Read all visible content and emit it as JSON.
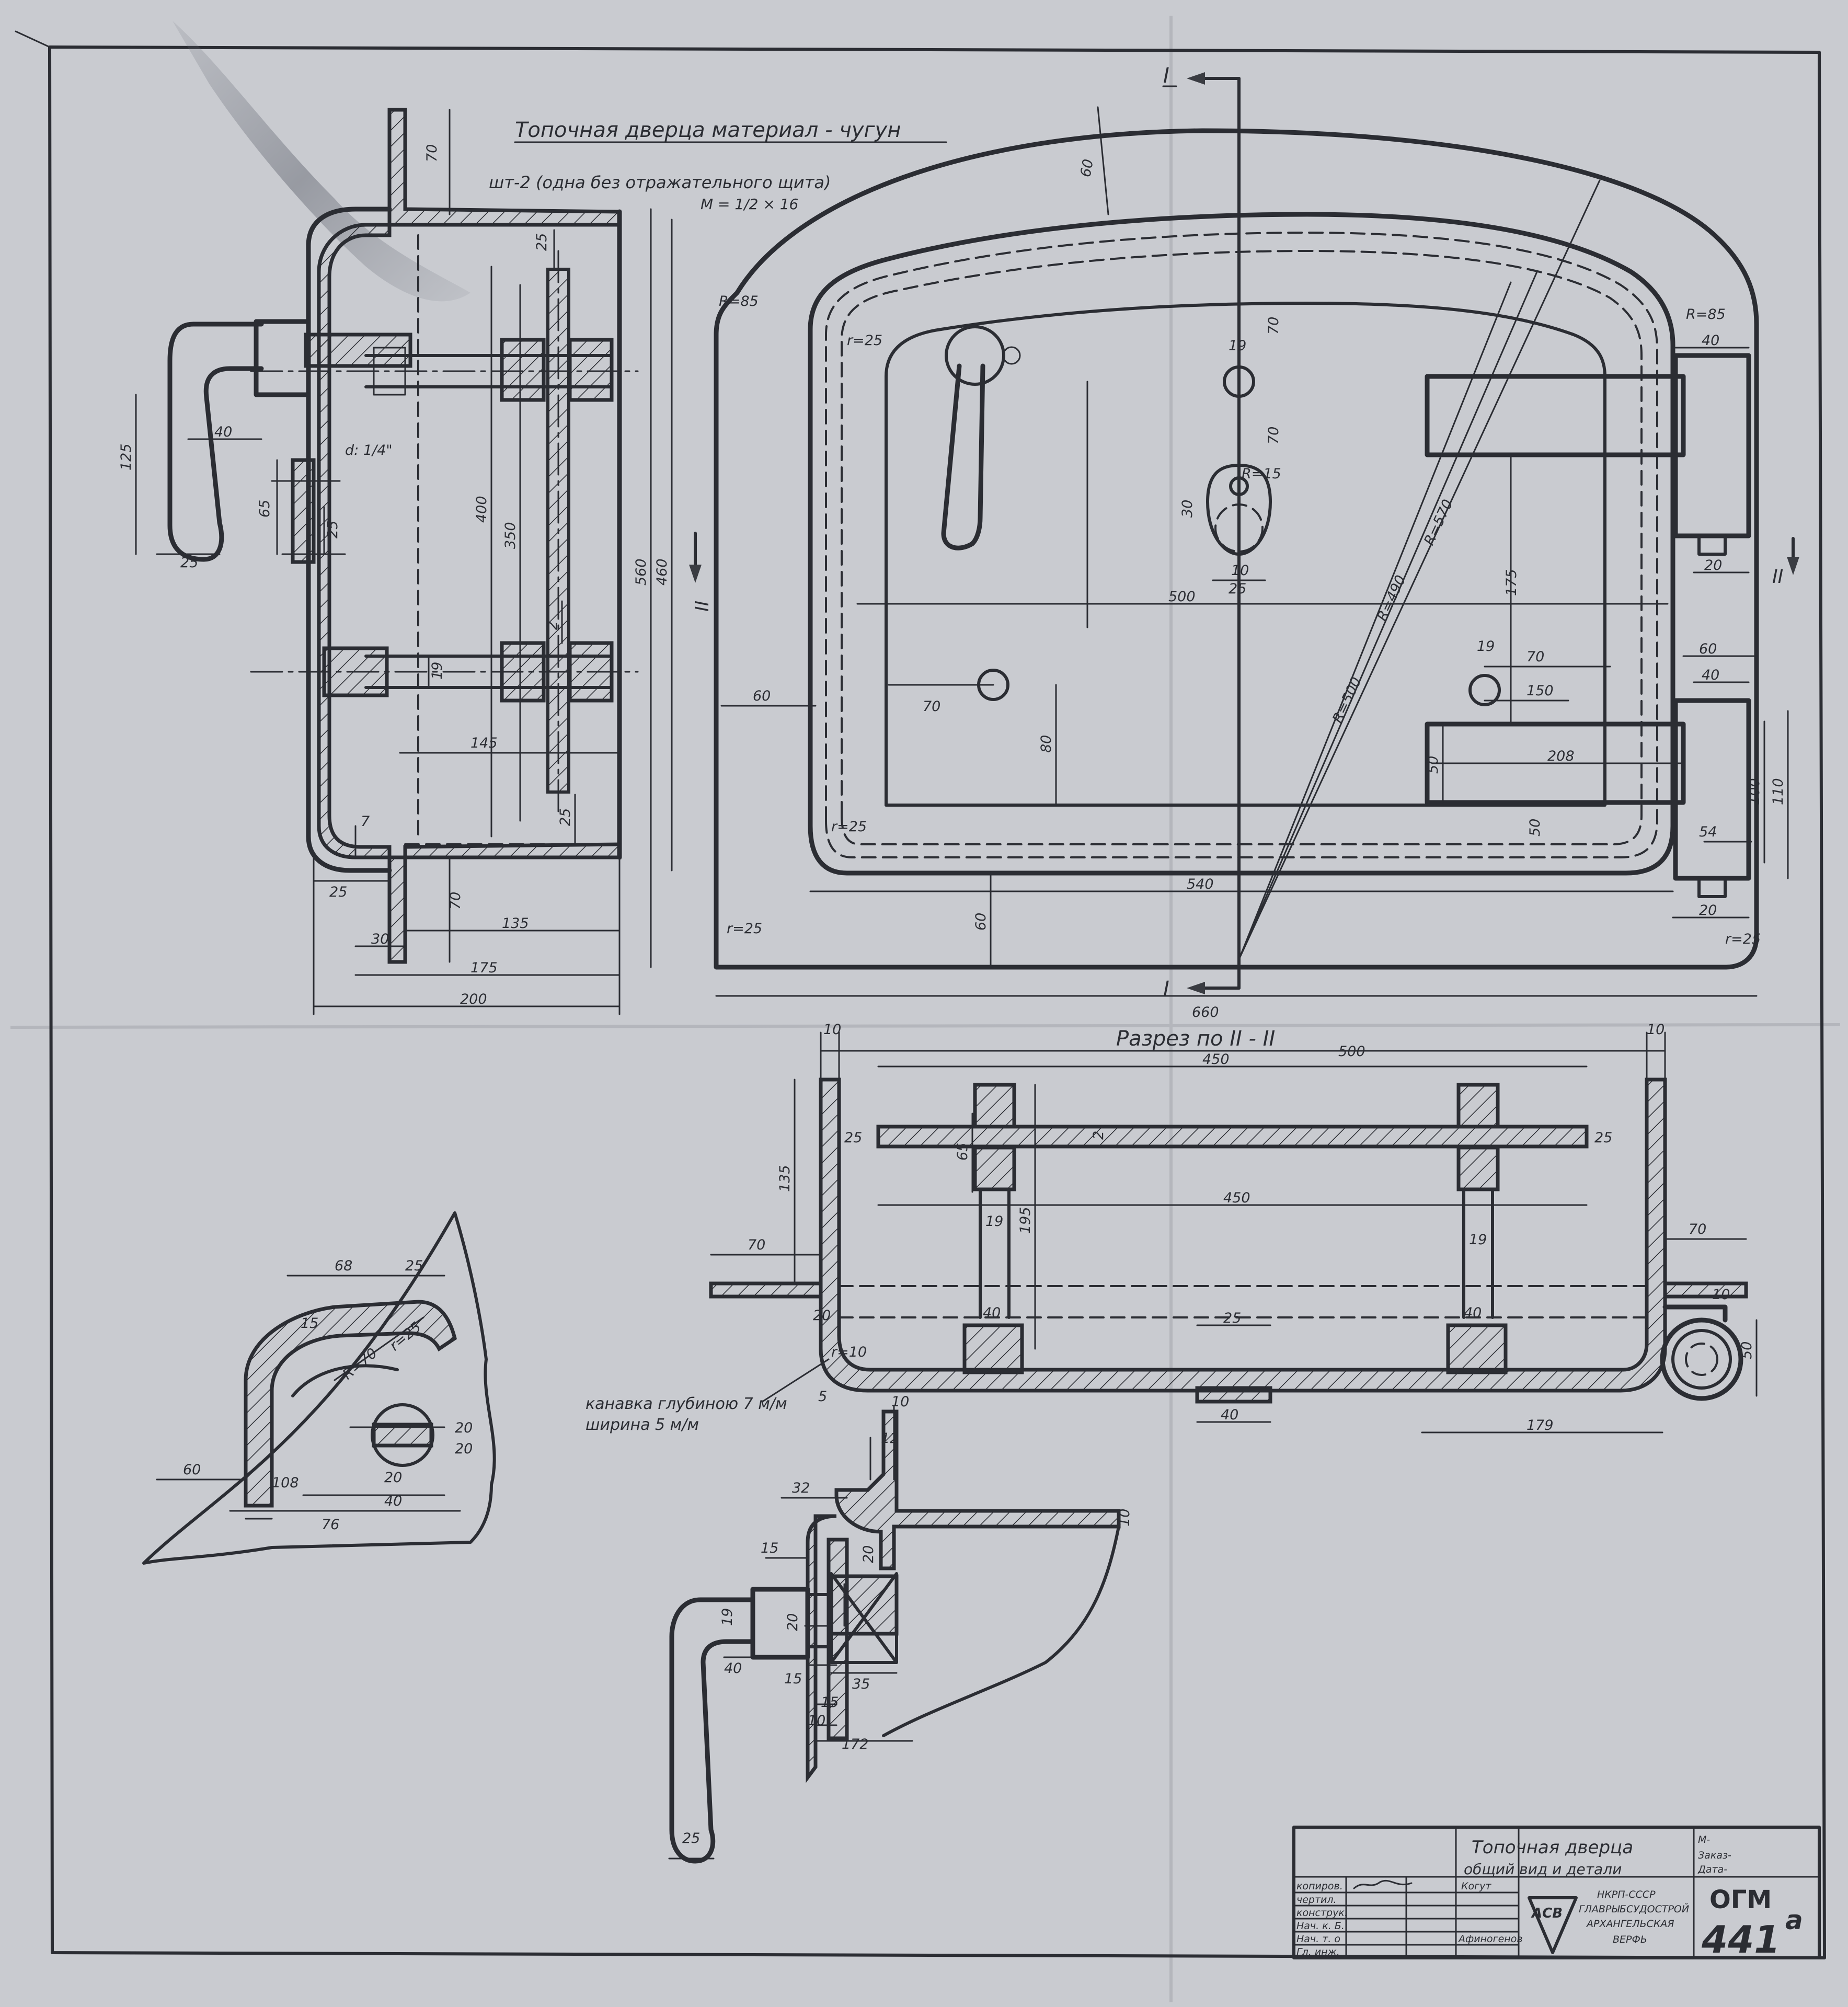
{
  "title": {
    "line1": "Топочная дверца материал - чугун",
    "line2": "шт-2 (одна без отражательного щита)",
    "scale": "М = 1/2 × 16"
  },
  "section_label": "Разрез по II - II",
  "section_marks": {
    "one": "I",
    "two": "II"
  },
  "note": {
    "line1": "канавка глубиною 7 м/м",
    "line2": "ширина 5 м/м"
  },
  "side_view": {
    "dims": [
      "70",
      "25",
      "125",
      "40",
      "65",
      "25",
      "25",
      "d: 1/4\"",
      "400",
      "350",
      "2",
      "19",
      "145",
      "25",
      "25",
      "7",
      "70",
      "30",
      "135",
      "175",
      "200",
      "560",
      "460"
    ]
  },
  "front_view": {
    "dims": [
      "60",
      "R=85",
      "R=85",
      "40",
      "19",
      "70",
      "70",
      "R=15",
      "30",
      "10",
      "25",
      "500",
      "R=500",
      "R=490",
      "R=570",
      "175",
      "60",
      "40",
      "19",
      "70",
      "150",
      "60",
      "70",
      "80",
      "208",
      "50",
      "100",
      "110",
      "50",
      "54",
      "20",
      "20",
      "540",
      "60",
      "660",
      "r=25",
      "r=25",
      "r=25",
      "r=25"
    ]
  },
  "section_view": {
    "dims": [
      "10",
      "10",
      "450",
      "500",
      "25",
      "25",
      "65",
      "2",
      "450",
      "135",
      "195",
      "70",
      "19",
      "19",
      "70",
      "10",
      "40",
      "40",
      "25",
      "20",
      "r=10",
      "5",
      "40",
      "179",
      "50"
    ]
  },
  "detail_a": {
    "dims": [
      "68",
      "25",
      "15",
      "r=25",
      "R=70",
      "20",
      "60",
      "108",
      "20",
      "40",
      "20",
      "76"
    ]
  },
  "detail_b": {
    "dims": [
      "10",
      "12",
      "32",
      "15",
      "20",
      "20",
      "19",
      "40",
      "15",
      "35",
      "15",
      "10",
      "10",
      "172",
      "25"
    ]
  },
  "title_block": {
    "drawing_title_1": "Топочная дверца",
    "drawing_title_2": "общий вид и детали",
    "field_m": "М-",
    "field_zakaz": "Заказ-",
    "field_data": "Дата-",
    "roles": [
      "копиров.",
      "чертил.",
      "конструк.",
      "Нач. к. Б.",
      "Нач. т. о",
      "Гл. инж."
    ],
    "copied_by": "Когут",
    "designer": "Афиногенов",
    "org_1": "НКРП-СССР",
    "org_2": "ГЛАВРЫБСУДОСТРОЙ",
    "org_3": "АРХАНГЕЛЬСКАЯ",
    "org_4": "ВЕРФЬ",
    "logo_letters": "АСВ",
    "code": "ОГМ",
    "number": "441",
    "suffix": "а"
  },
  "colors": {
    "paper": "#c9cbd0",
    "ink": "#2b2d33"
  }
}
